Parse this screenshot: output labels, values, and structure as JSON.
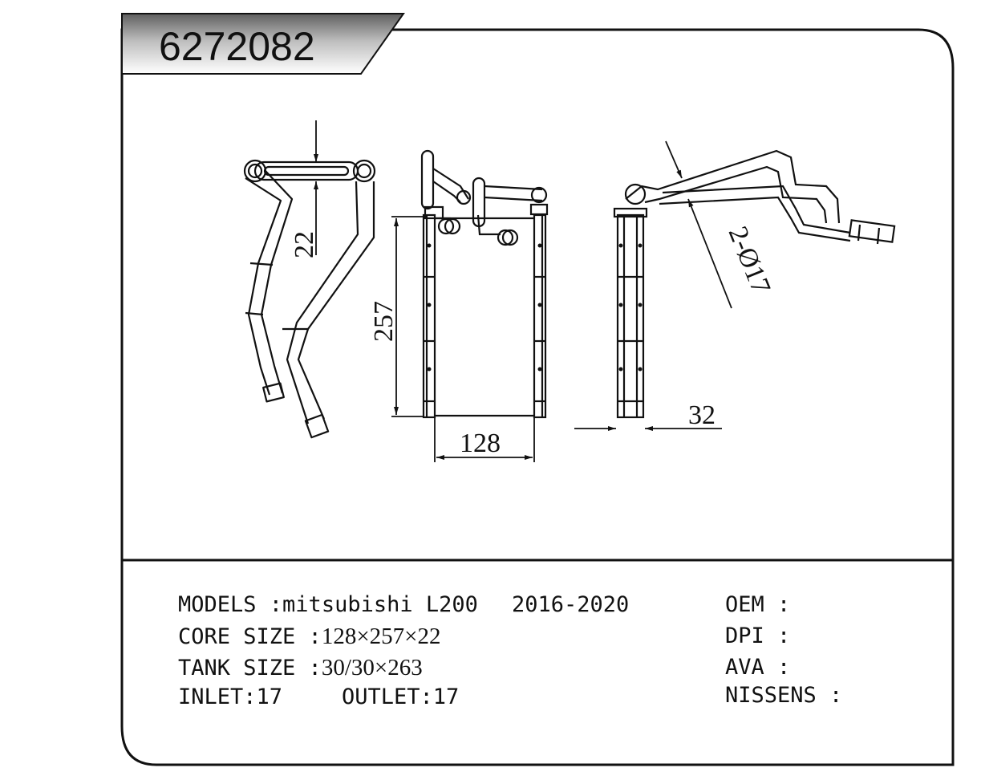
{
  "part_code": "6272082",
  "dimensions": {
    "depth_top": "22",
    "height": "257",
    "width": "128",
    "thickness": "32",
    "pipe_dia": "2-Ø17"
  },
  "specs": {
    "models_label": "MODELS :",
    "models_value": "mitsubishi L200",
    "years": "2016-2020",
    "core_label": "CORE SIZE :",
    "core_value": "128×257×22",
    "tank_label": "TANK SIZE :",
    "tank_value": "30/30×263",
    "inlet": "INLET:17",
    "outlet": "OUTLET:17",
    "refs": [
      {
        "label": "OEM",
        "sep": " :",
        "value": ""
      },
      {
        "label": "DPI",
        "sep": " :",
        "value": ""
      },
      {
        "label": "AVA",
        "sep": " :",
        "value": ""
      },
      {
        "label": "NISSENS",
        "sep": " :",
        "value": ""
      }
    ]
  },
  "colors": {
    "line": "#111111",
    "banner_dark": "#6e6e6e",
    "banner_light": "#f4f4f4"
  }
}
